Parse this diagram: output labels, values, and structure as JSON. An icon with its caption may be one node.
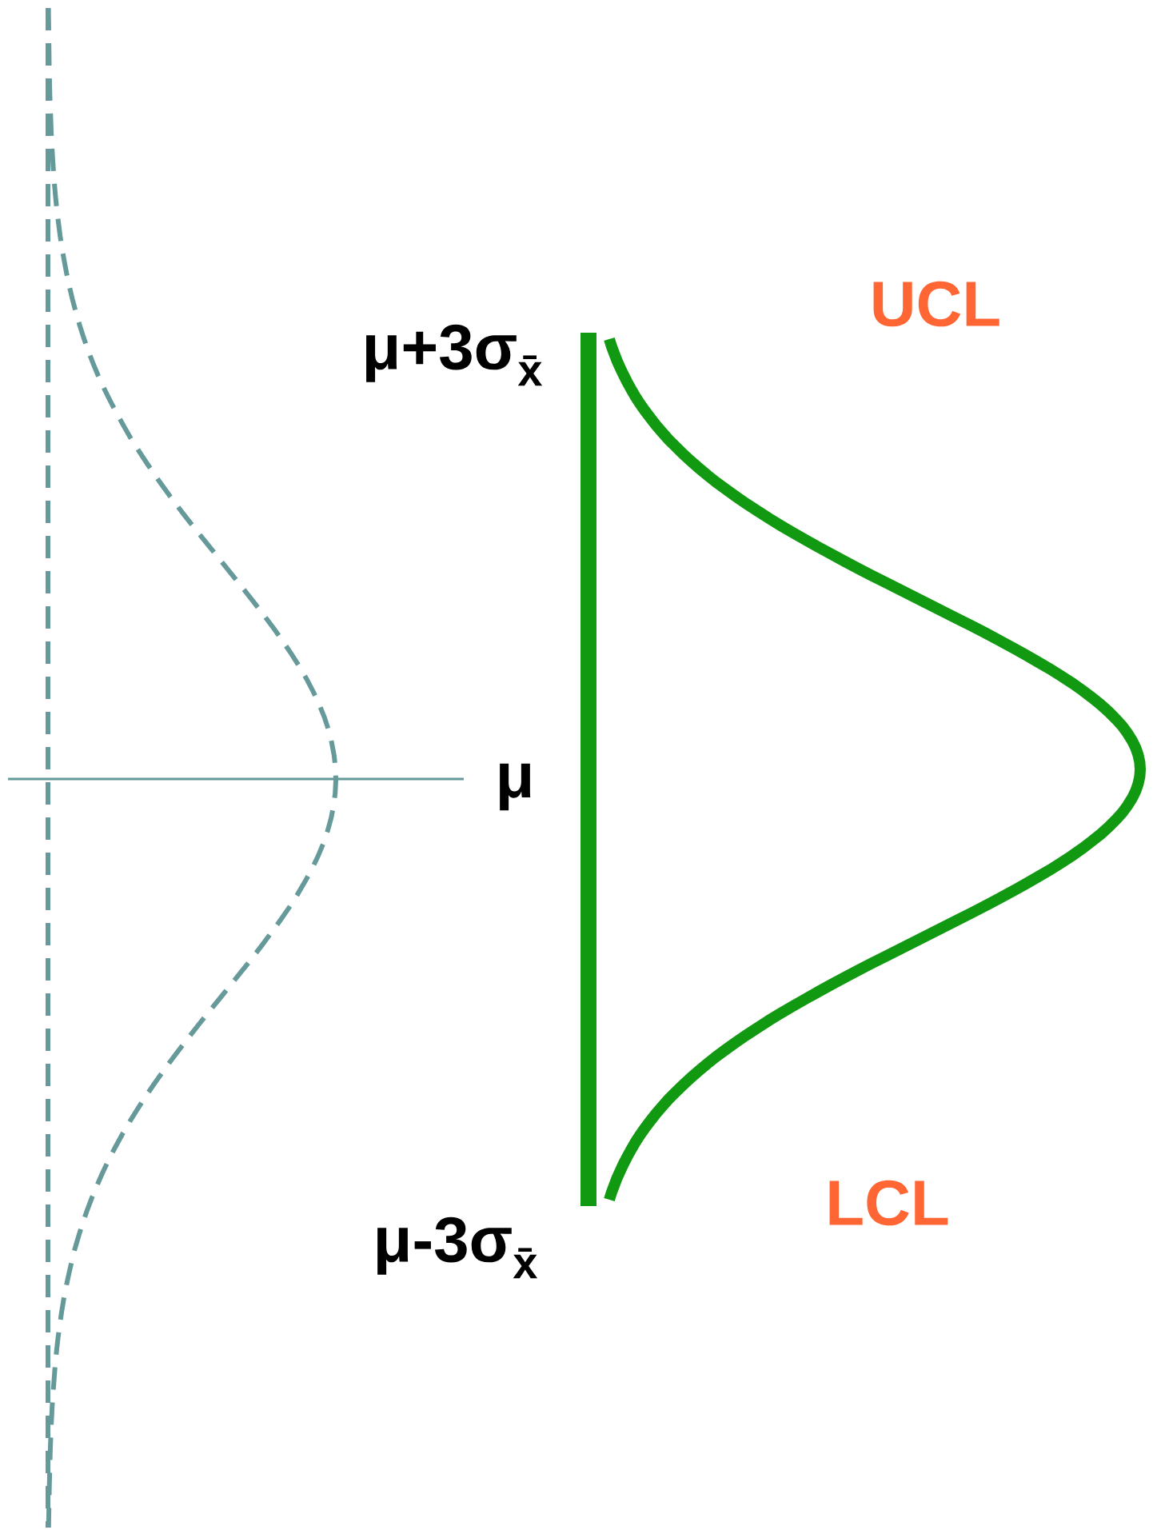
{
  "diagram": {
    "labels": [
      "μ+3σ$_{x̄}$",
      "UCL",
      "μ",
      "μ-3σ$_{x̄}$",
      "LCL"
    ]
  }
}
